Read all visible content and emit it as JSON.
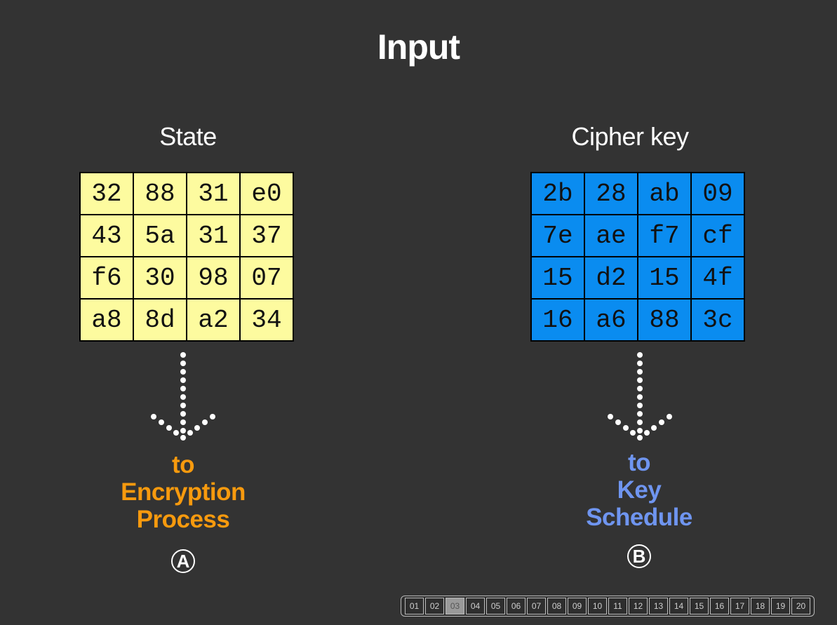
{
  "title": "Input",
  "state": {
    "label": "State",
    "rows": [
      [
        "32",
        "88",
        "31",
        "e0"
      ],
      [
        "43",
        "5a",
        "31",
        "37"
      ],
      [
        "f6",
        "30",
        "98",
        "07"
      ],
      [
        "a8",
        "8d",
        "a2",
        "34"
      ]
    ],
    "destination": [
      "to",
      "Encryption",
      "Process"
    ],
    "badge": "A",
    "cell_color": "#fdfb9f",
    "text_color": "#f79a0e"
  },
  "cipher_key": {
    "label": "Cipher key",
    "rows": [
      [
        "2b",
        "28",
        "ab",
        "09"
      ],
      [
        "7e",
        "ae",
        "f7",
        "cf"
      ],
      [
        "15",
        "d2",
        "15",
        "4f"
      ],
      [
        "16",
        "a6",
        "88",
        "3c"
      ]
    ],
    "destination": [
      "to",
      "Key",
      "Schedule"
    ],
    "badge": "B",
    "cell_color": "#0a8cf0",
    "text_color": "#6f95f0"
  },
  "pager": {
    "pages": [
      "01",
      "02",
      "03",
      "04",
      "05",
      "06",
      "07",
      "08",
      "09",
      "10",
      "11",
      "12",
      "13",
      "14",
      "15",
      "16",
      "17",
      "18",
      "19",
      "20"
    ],
    "current": "03"
  }
}
